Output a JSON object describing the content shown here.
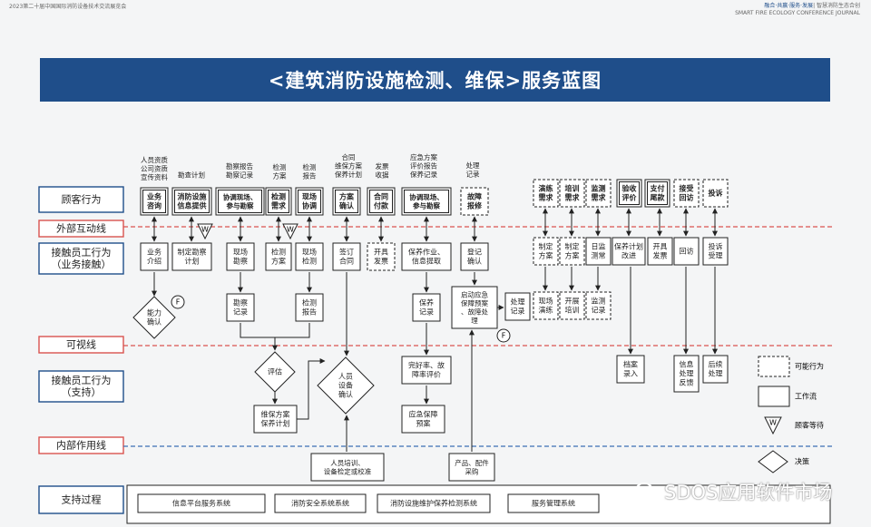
{
  "header": {
    "left": "2023第二十届中国国际消防设备技术交流展览会",
    "right_accent": "融合·共赢·服务·发展",
    "right_text": "| 智慧消防生态合创",
    "right_sub": "SMART FIRE ECOLOGY CONFERENCE JOURNAL"
  },
  "banner": {
    "title": "<建筑消防设施检测、维保>服务蓝图"
  },
  "lanes": {
    "customer": "顾客行为",
    "external": "外部互动线",
    "contact_front_1": "接触员工行为",
    "contact_front_2": "（业务接触）",
    "visible": "可视线",
    "contact_back_1": "接触员工行为",
    "contact_back_2": "（支持）",
    "internal": "内部作用线",
    "support": "支持过程"
  },
  "evidence": {
    "e1": [
      "人员资质",
      "公司资质",
      "宣传资料"
    ],
    "e2": [
      "勘查计划"
    ],
    "e3": [
      "勘察报告",
      "勘察记录"
    ],
    "e4": [
      "检测",
      "方案"
    ],
    "e5": [
      "检测",
      "报告"
    ],
    "e6": [
      "合同",
      "维保方案",
      "保养计划"
    ],
    "e7": [
      "发票",
      "收据"
    ],
    "e8": [
      "应急方案",
      "评价报告",
      "保养记录"
    ],
    "e9": [
      "处理",
      "记录"
    ]
  },
  "customer": {
    "c1": [
      "业务",
      "咨询"
    ],
    "c2": [
      "消防设施",
      "信息提供"
    ],
    "c3": [
      "协调现场、",
      "参与勘察"
    ],
    "c4": [
      "检测",
      "需求"
    ],
    "c5": [
      "现场",
      "协调"
    ],
    "c6": [
      "方案",
      "确认"
    ],
    "c7": [
      "合同",
      "付款"
    ],
    "c8": [
      "协调现场、",
      "参与勘察"
    ],
    "c9": [
      "故障",
      "报修"
    ],
    "c10": [
      "演练",
      "需求"
    ],
    "c11": [
      "培训",
      "需求"
    ],
    "c12": [
      "监测",
      "需求"
    ],
    "c13": [
      "验收",
      "评价"
    ],
    "c14": [
      "支付",
      "尾款"
    ],
    "c15": [
      "接受",
      "回访"
    ],
    "c16": [
      "投诉"
    ]
  },
  "front": {
    "f1": [
      "业务",
      "介绍"
    ],
    "f2": [
      "制定勘察",
      "计划"
    ],
    "f3": [
      "现场",
      "勘察"
    ],
    "f4": [
      "检测",
      "方案"
    ],
    "f5": [
      "现场",
      "检测"
    ],
    "f6": [
      "签订",
      "合同"
    ],
    "f7": [
      "开具",
      "发票"
    ],
    "f8": [
      "保养作业、",
      "信息提取"
    ],
    "f9": [
      "登记",
      "确认"
    ],
    "f10": [
      "制定",
      "方案"
    ],
    "f11": [
      "制定",
      "方案"
    ],
    "f12": [
      "日监",
      "测常"
    ],
    "f13": [
      "保养计划",
      "改进"
    ],
    "f14": [
      "开具",
      "发票"
    ],
    "f15": [
      "回访"
    ],
    "f16": [
      "投诉",
      "受理"
    ],
    "f17": [
      "勘察",
      "记录"
    ],
    "f18": [
      "检测",
      "报告"
    ],
    "f19": [
      "保养",
      "记录"
    ],
    "f20": [
      "启动应急",
      "保障预案",
      "、故障处",
      "理"
    ],
    "f21": [
      "处理",
      "记录"
    ],
    "f22": [
      "现场",
      "演练"
    ],
    "f23": [
      "开展",
      "培训"
    ],
    "f24": [
      "监测",
      "记录"
    ],
    "d1": [
      "能力",
      "确认"
    ]
  },
  "back": {
    "b1": [
      "评估"
    ],
    "b2": [
      "维保方案",
      "保养计划"
    ],
    "b3": [
      "人员",
      "设备",
      "确认"
    ],
    "b4": [
      "完好率、故",
      "障率评价"
    ],
    "b5": [
      "应急保障",
      "预案"
    ],
    "b6": [
      "档案",
      "录入"
    ],
    "b7": [
      "信息",
      "处理",
      "反馈"
    ],
    "b8": [
      "后续",
      "处理"
    ]
  },
  "internal_nodes": {
    "i1": [
      "人员培训、",
      "设备检定或校准"
    ],
    "i2": [
      "产品、配件",
      "采购"
    ]
  },
  "support": {
    "s1": "信息平台服务系统",
    "s2": "消防安全系统系统",
    "s3": "消防设施维护保养检测系统",
    "s4": "服务管理系统"
  },
  "markers": {
    "f": "F",
    "w": "W"
  },
  "legend": {
    "possible": "可能行为",
    "flow": "工作流",
    "wait": "顾客等待",
    "decision": "决策"
  },
  "watermark": {
    "text": "SDOS应用软件市场"
  },
  "colors": {
    "banner": "#1f4e8a",
    "dashed_line": "#d9534f",
    "internal_line": "#3a6fb5"
  }
}
